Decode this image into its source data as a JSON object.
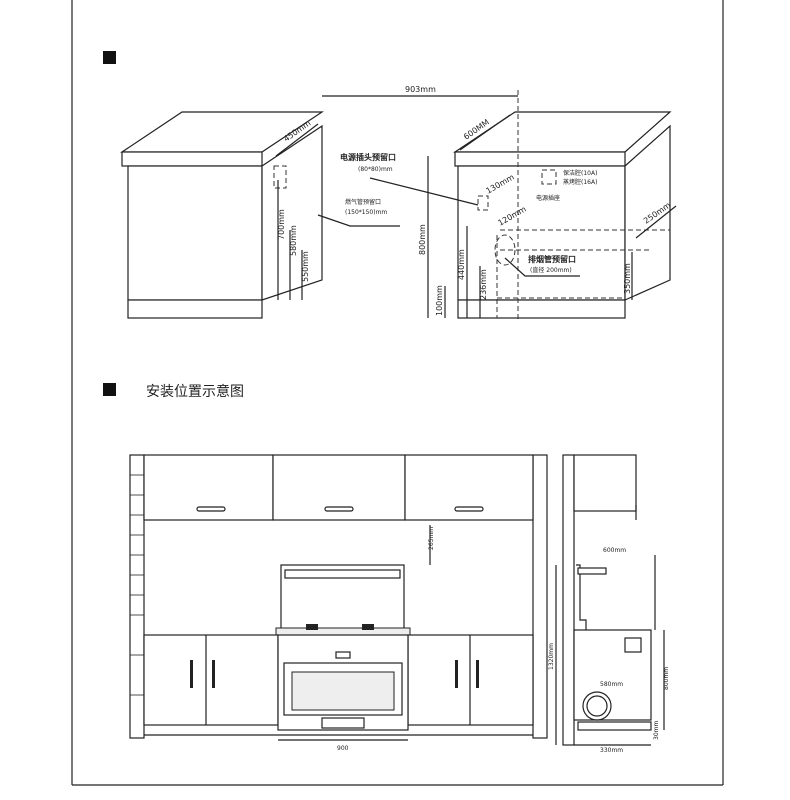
{
  "top_diagram": {
    "width": "903mm",
    "left_depth": "450mm",
    "left_700": "700mm",
    "left_580": "580mm",
    "left_550": "550mm",
    "right_depth": "600MM",
    "power_outlet_reserve": "电源插头预留口",
    "power_outlet_size": "(80*80)mm",
    "gas_pipe_reserve": "燃气管预留口",
    "gas_pipe_size": "(150*150)mm",
    "dim_130": "130mm",
    "dim_120": "120mm",
    "socket_clean": "保洁腔(10A)",
    "socket_steam": "蒸烤腔(16A)",
    "power_socket": "电源插座",
    "dim_800": "800mm",
    "dim_440": "440mm",
    "dim_236": "236mm",
    "dim_100": "100mm",
    "dim_250": "250mm",
    "dim_350": "350mm",
    "exhaust_reserve": "排烟管预留口",
    "exhaust_size": "(直径 200mm)"
  },
  "section_title": "安装位置示意图",
  "bottom_diagram": {
    "gap": "265mm",
    "width": "900"
  },
  "side_diagram": {
    "depth": "600mm",
    "inner": "580mm",
    "height": "800mm",
    "base": "330mm",
    "total": "1320mm",
    "foot": "30mm"
  }
}
